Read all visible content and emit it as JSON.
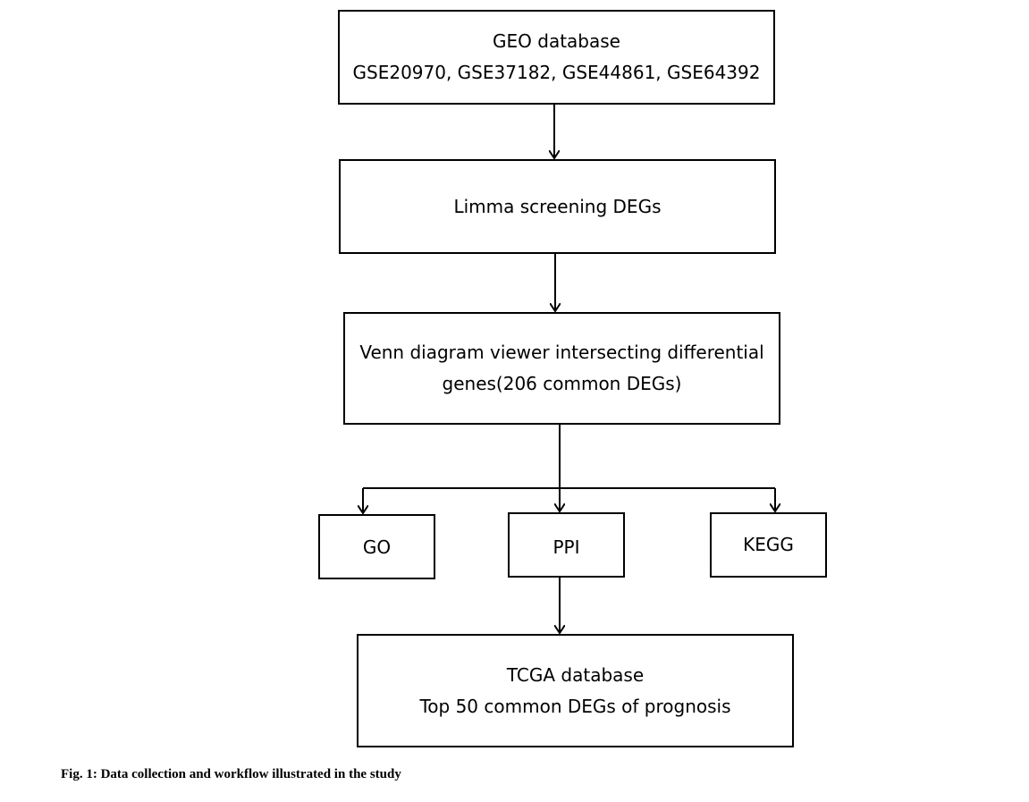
{
  "boxes": {
    "geo": {
      "line1": "GEO database",
      "line2": "GSE20970, GSE37182, GSE44861, GSE64392"
    },
    "limma": {
      "line1": "Limma screening DEGs"
    },
    "venn": {
      "line1": "Venn diagram viewer intersecting differential",
      "line2": "genes(206 common DEGs)"
    },
    "go": {
      "line1": "GO"
    },
    "ppi": {
      "line1": "PPI"
    },
    "kegg": {
      "line1": "KEGG"
    },
    "tcga": {
      "line1": "TCGA database",
      "line2": "Top 50 common DEGs of prognosis"
    }
  },
  "caption": "Fig. 1: Data collection and workflow illustrated in the study",
  "colors": {
    "stroke": "#000000",
    "background": "#ffffff"
  }
}
